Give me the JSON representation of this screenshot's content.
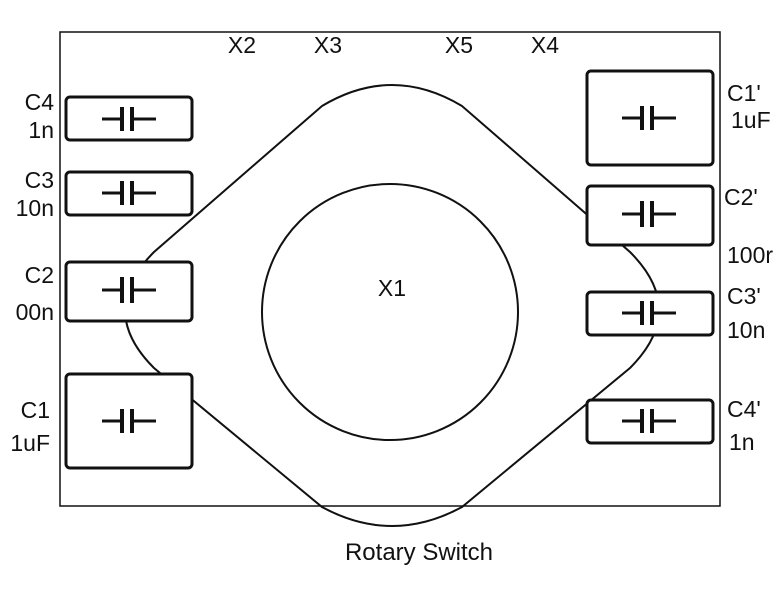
{
  "colors": {
    "stroke": "#111111",
    "background": "#ffffff"
  },
  "caption": "Rotary Switch",
  "center_label": "X1",
  "top_labels": [
    "X2",
    "X3",
    "X5",
    "X4"
  ],
  "left_caps": [
    {
      "name": "C4",
      "value": "1n"
    },
    {
      "name": "C3",
      "value": "10n"
    },
    {
      "name": "C2",
      "value": "00n"
    },
    {
      "name": "C1",
      "value": "1uF"
    }
  ],
  "right_caps": [
    {
      "name": "C1'",
      "value": "1uF"
    },
    {
      "name": "C2'",
      "value": "100r"
    },
    {
      "name": "C3'",
      "value": "10n"
    },
    {
      "name": "C4'",
      "value": "1n"
    }
  ]
}
